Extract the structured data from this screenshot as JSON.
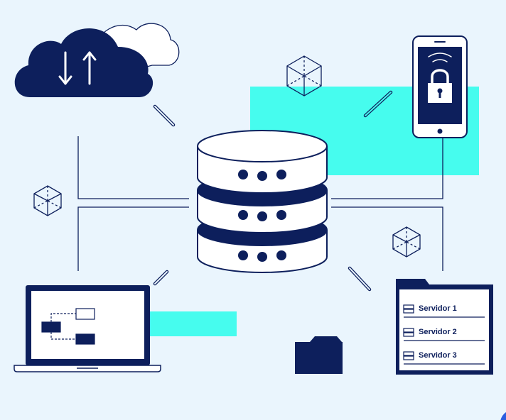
{
  "colors": {
    "background": "#eaf5fd",
    "navy": "#0d1f5c",
    "accent": "#46fcee",
    "line": "#0d1f5c",
    "white": "#ffffff"
  },
  "icons": {
    "cloud": "cloud-sync-icon",
    "phone": "phone-lock-icon",
    "database": "database-server-icon",
    "laptop": "laptop-diagram-icon",
    "folder": "folder-icon",
    "server_list": "server-list-icon",
    "cube": "cube-icon"
  },
  "server_list": {
    "items": [
      {
        "label": "Servidor 1"
      },
      {
        "label": "Servidor 2"
      },
      {
        "label": "Servidor 3"
      }
    ]
  }
}
